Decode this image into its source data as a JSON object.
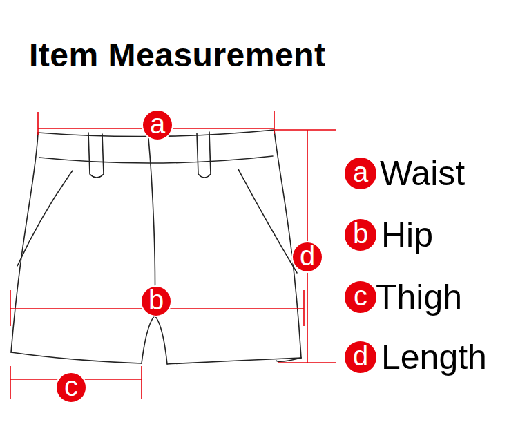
{
  "diagram": {
    "title": "Item Measurement",
    "nodes": [
      {
        "text": [
          "a"
        ]
      },
      {
        "text": [
          "d"
        ]
      },
      {
        "text": [
          "b"
        ]
      },
      {
        "text": [
          "c"
        ]
      },
      {
        "text": [
          "a",
          "Waist"
        ]
      },
      {
        "text": [
          "b",
          "Hip"
        ]
      },
      {
        "text": [
          "c",
          "Thigh"
        ]
      },
      {
        "text": [
          "d",
          "Length"
        ]
      }
    ]
  }
}
